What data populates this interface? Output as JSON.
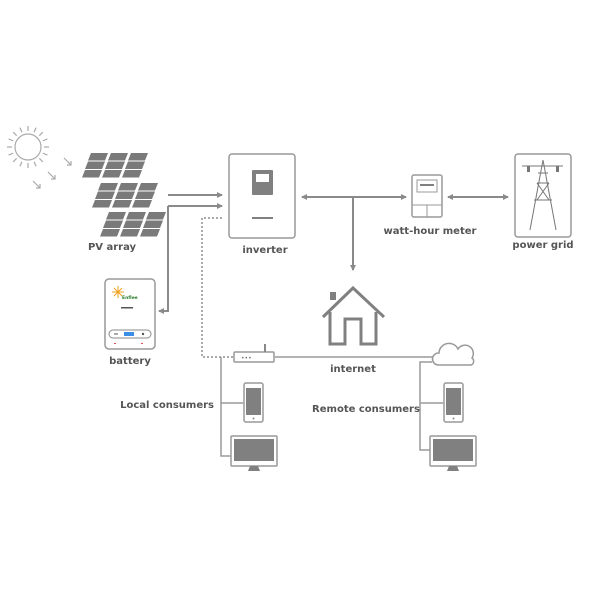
{
  "labels": {
    "pv_array": "PV array",
    "inverter": "inverter",
    "watt_hour_meter": "watt-hour meter",
    "power_grid": "power grid",
    "battery": "battery",
    "internet": "internet",
    "local_consumers": "Local consumers",
    "remote_consumers": "Remote consumers"
  },
  "battery_logo": "Enflee",
  "colors": {
    "line": "#8a8a8a",
    "icon": "#808080",
    "text": "#555555",
    "battery_screen": "#3a8ee6",
    "logo_star": "#f0a020"
  }
}
